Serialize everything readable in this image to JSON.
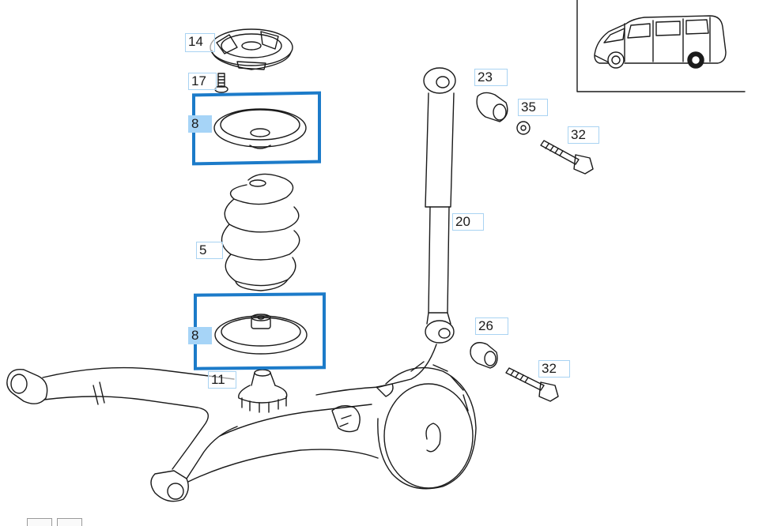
{
  "diagram": {
    "callouts": [
      {
        "id": "14",
        "label": "14",
        "highlighted": false
      },
      {
        "id": "17",
        "label": "17",
        "highlighted": false
      },
      {
        "id": "8a",
        "label": "8",
        "highlighted": true
      },
      {
        "id": "5",
        "label": "5",
        "highlighted": false
      },
      {
        "id": "8b",
        "label": "8",
        "highlighted": true
      },
      {
        "id": "11",
        "label": "11",
        "highlighted": false
      },
      {
        "id": "23",
        "label": "23",
        "highlighted": false
      },
      {
        "id": "35",
        "label": "35",
        "highlighted": false
      },
      {
        "id": "32a",
        "label": "32",
        "highlighted": false
      },
      {
        "id": "20",
        "label": "20",
        "highlighted": false
      },
      {
        "id": "26",
        "label": "26",
        "highlighted": false
      },
      {
        "id": "32b",
        "label": "32",
        "highlighted": false
      }
    ],
    "colors": {
      "line": "#1a1a1a",
      "selection": "#1c7bc9",
      "highlight": "#a6d4f7",
      "callout_border": "#a9d3f2"
    },
    "thumbnail": {
      "icon": "van-icon"
    }
  }
}
